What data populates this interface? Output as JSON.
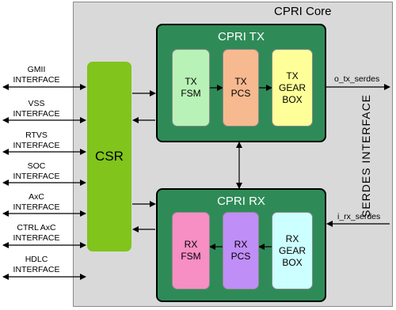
{
  "core": {
    "title": "CPRI Core"
  },
  "tx": {
    "title": "CPRI TX",
    "fsm": "TX\nFSM",
    "pcs": "TX\nPCS",
    "gear": "TX\nGEAR\nBOX",
    "colors": {
      "fsm": "#b9f2b6",
      "pcs": "#f7b98f",
      "gear": "#ffff99"
    }
  },
  "rx": {
    "title": "CPRI RX",
    "fsm": "RX\nFSM",
    "pcs": "RX\nPCS",
    "gear": "RX\nGEAR\nBOX",
    "colors": {
      "fsm": "#f78ec4",
      "pcs": "#c08ef7",
      "gear": "#ccffff"
    }
  },
  "csr": {
    "label": "CSR",
    "color": "#80c41c"
  },
  "block_color": "#2e8b57",
  "interfaces": [
    {
      "line1": "GMII",
      "line2": "INTERFACE"
    },
    {
      "line1": "VSS",
      "line2": "INTERFACE"
    },
    {
      "line1": "RTVS",
      "line2": "INTERFACE"
    },
    {
      "line1": "SOC",
      "line2": "INTERFACE"
    },
    {
      "line1": "AxC",
      "line2": "INTERFACE"
    },
    {
      "line1": "CTRL AxC",
      "line2": "INTERFACE"
    },
    {
      "line1": "HDLC",
      "line2": "INTERFACE"
    }
  ],
  "serdes": {
    "label": "SERDES\nINTERFACE"
  },
  "signals": {
    "tx": "o_tx_serdes",
    "rx": "i_rx_serdes"
  }
}
